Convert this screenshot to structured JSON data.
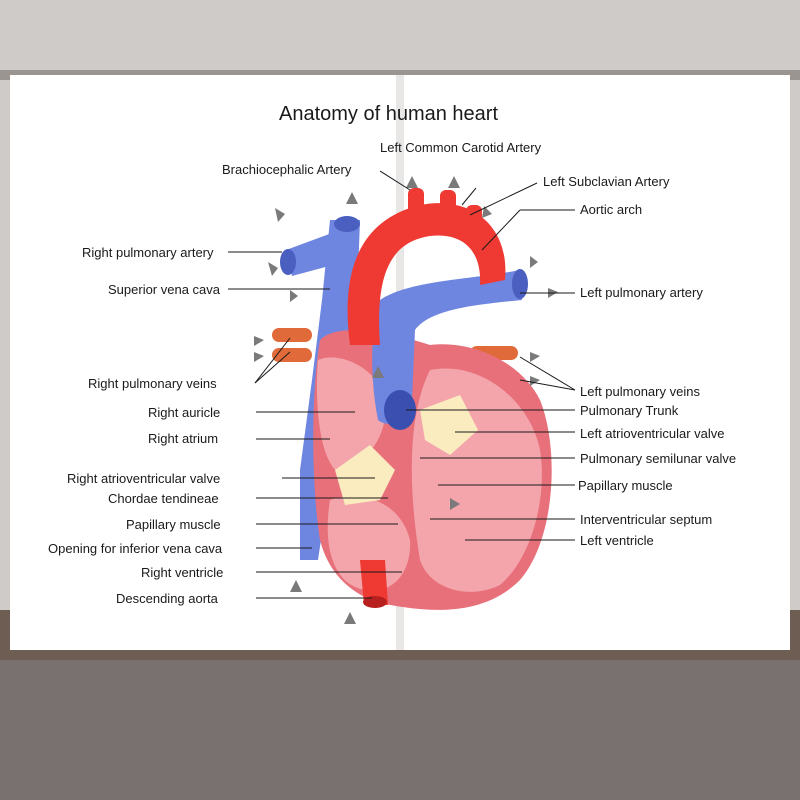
{
  "title": "Anatomy of human heart",
  "labels": {
    "brachiocephalic_artery": "Brachiocephalic Artery",
    "left_common_carotid_artery": "Left Common Carotid Artery",
    "left_subclavian_artery": "Left Subclavian Artery",
    "aortic_arch": "Aortic arch",
    "right_pulmonary_artery": "Right pulmonary artery",
    "superior_vena_cava": "Superior vena cava",
    "left_pulmonary_artery": "Left pulmonary artery",
    "right_pulmonary_veins": "Right pulmonary veins",
    "left_pulmonary_veins": "Left pulmonary veins",
    "right_auricle": "Right auricle",
    "pulmonary_trunk": "Pulmonary Trunk",
    "right_atrium": "Right atrium",
    "left_atrioventricular_valve": "Left atrioventricular valve",
    "pulmonary_semilunar_valve": "Pulmonary semilunar valve",
    "right_atrioventricular_valve": "Right atrioventricular valve",
    "papillary_muscle_right": "Papillary muscle",
    "chordae_tendineae": "Chordae tendineae",
    "papillary_muscle_left": "Papillary muscle",
    "interventricular_septum": "Interventricular septum",
    "left_ventricle": "Left ventricle",
    "opening_inferior_vena_cava": "Opening for inferior vena cava",
    "right_ventricle": "Right ventricle",
    "descending_aorta": "Descending aorta"
  },
  "colors": {
    "aorta_red": "#ee3a33",
    "vein_blue": "#6f86e0",
    "muscle_pink": "#e8707a",
    "chamber_light": "#f3a5ab",
    "valve_cream": "#fbecc0",
    "pulmonary_vein_orange": "#e06a3a",
    "arrow_gray": "#7a7a7a",
    "floor_brown": "#6b5a4e",
    "wall_gray": "#c9c6c4"
  }
}
